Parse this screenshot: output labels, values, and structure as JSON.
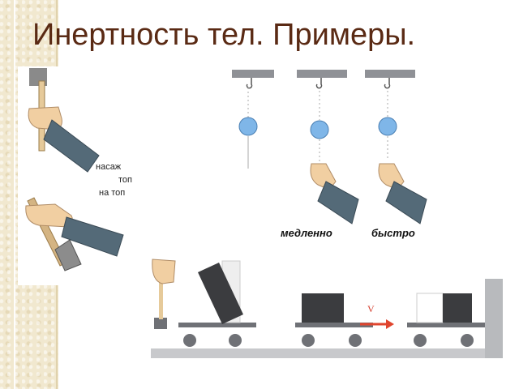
{
  "slide": {
    "title": "Инертность тел. Примеры."
  },
  "left_figure": {
    "caption_lines": [
      "насаж",
      "топ",
      "на топ"
    ]
  },
  "pendulum_figure": {
    "label_slow": "медленно",
    "label_fast": "быстро"
  },
  "cart_figure": {
    "velocity_label": "V"
  },
  "colors": {
    "title": "#5a2a14",
    "strip": "#f1e8cf",
    "velocity_arrow": "#e0452e",
    "ball": "#7fb6e8"
  }
}
